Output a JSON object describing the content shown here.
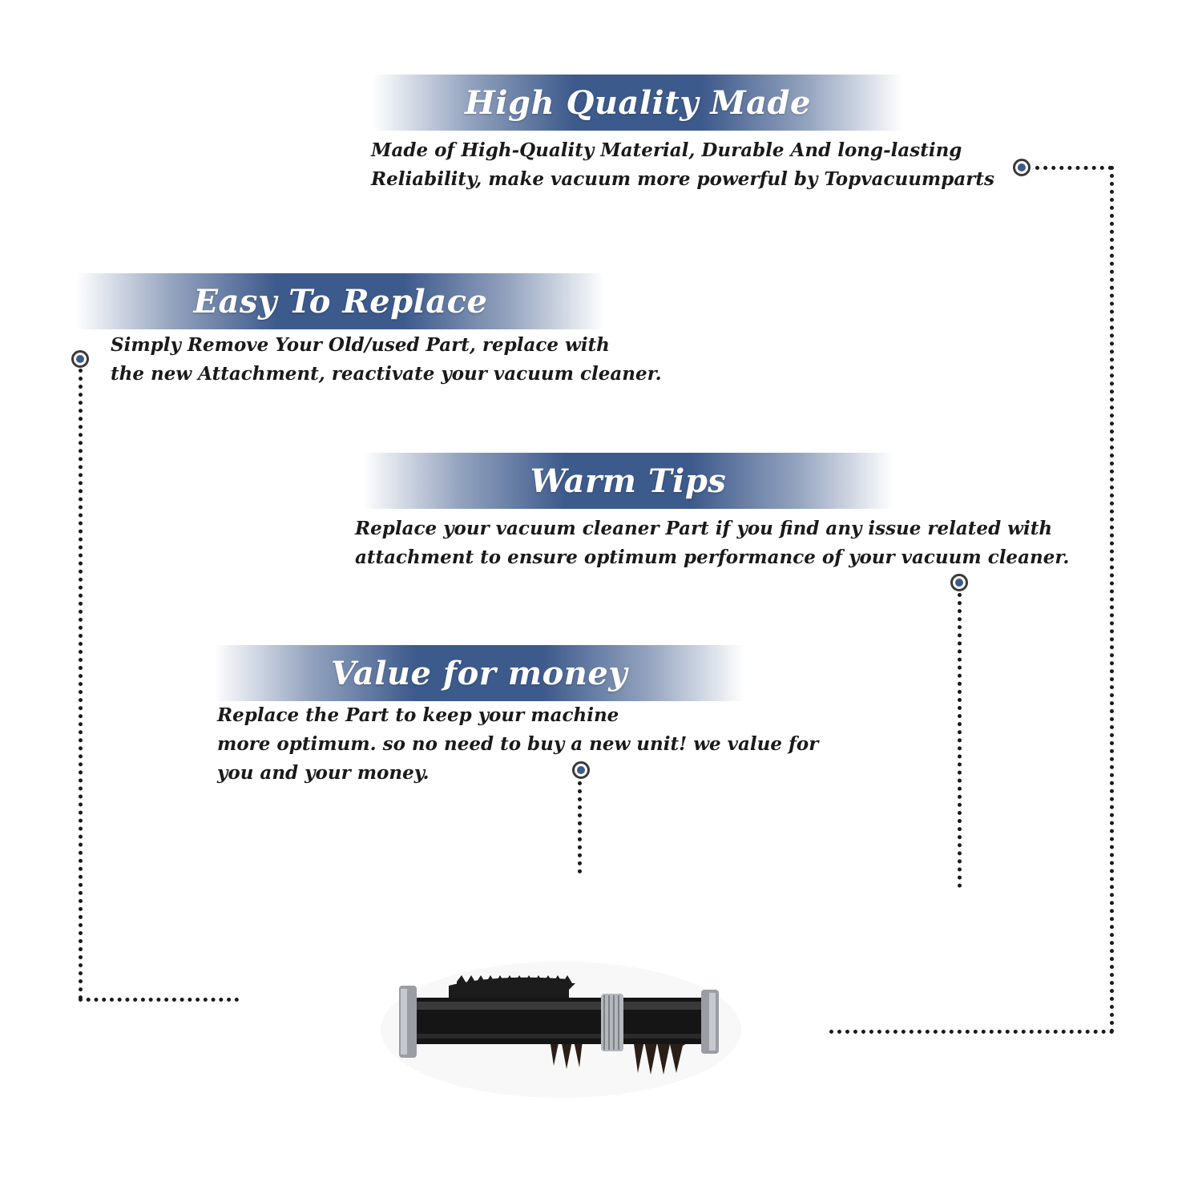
{
  "sections": [
    {
      "title": "High Quality Made",
      "lines": [
        "Made of  High-Quality Material, Durable And long-lasting",
        "Reliability, make vacuum more powerful by Topvacuumparts"
      ]
    },
    {
      "title": "Easy To Replace",
      "lines": [
        "Simply Remove Your Old/used Part, replace with",
        "the new Attachment, reactivate your vacuum cleaner."
      ]
    },
    {
      "title": "Warm Tips",
      "lines": [
        "Replace your vacuum cleaner Part if you find any issue related with",
        " attachment to ensure optimum performance of your vacuum cleaner."
      ]
    },
    {
      "title": "Value for money",
      "lines": [
        "Replace the Part to keep your machine",
        "more optimum. so no need to buy a new unit! we value for",
        "you and your money."
      ]
    }
  ],
  "colors": {
    "banner": "#3d5a8c",
    "text": "#1a1a1a",
    "dot_fill": "#3d5a8c"
  },
  "icons": {
    "connector": "bullet-dot-icon",
    "product": "brush-roll-image"
  }
}
